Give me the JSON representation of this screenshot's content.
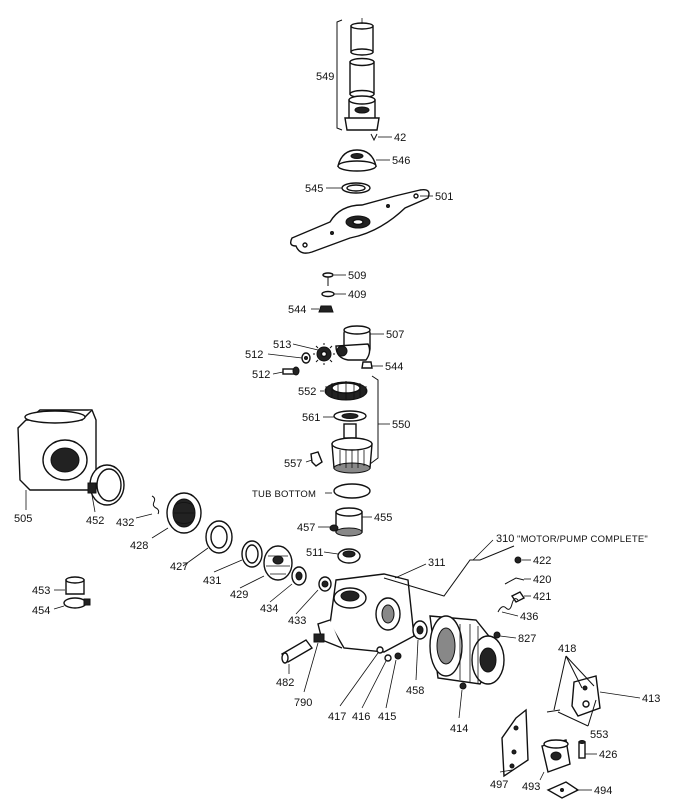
{
  "captions": {
    "motor_pump": "\"MOTOR/PUMP COMPLETE\"",
    "tub_bottom": "TUB BOTTOM"
  },
  "parts": [
    {
      "id": "p549",
      "number": "549"
    },
    {
      "id": "p42",
      "number": "42"
    },
    {
      "id": "p546",
      "number": "546"
    },
    {
      "id": "p545",
      "number": "545"
    },
    {
      "id": "p501",
      "number": "501"
    },
    {
      "id": "p509",
      "number": "509"
    },
    {
      "id": "p409",
      "number": "409"
    },
    {
      "id": "p544a",
      "number": "544"
    },
    {
      "id": "p507",
      "number": "507"
    },
    {
      "id": "p513",
      "number": "513"
    },
    {
      "id": "p512a",
      "number": "512"
    },
    {
      "id": "p544b",
      "number": "544"
    },
    {
      "id": "p512b",
      "number": "512"
    },
    {
      "id": "p552",
      "number": "552"
    },
    {
      "id": "p561",
      "number": "561"
    },
    {
      "id": "p550",
      "number": "550"
    },
    {
      "id": "p557",
      "number": "557"
    },
    {
      "id": "p505",
      "number": "505"
    },
    {
      "id": "p452",
      "number": "452"
    },
    {
      "id": "p432",
      "number": "432"
    },
    {
      "id": "p428",
      "number": "428"
    },
    {
      "id": "p427",
      "number": "427"
    },
    {
      "id": "p455",
      "number": "455"
    },
    {
      "id": "p457",
      "number": "457"
    },
    {
      "id": "p511",
      "number": "511"
    },
    {
      "id": "p311",
      "number": "311"
    },
    {
      "id": "p310",
      "number": "310"
    },
    {
      "id": "p422",
      "number": "422"
    },
    {
      "id": "p420",
      "number": "420"
    },
    {
      "id": "p421",
      "number": "421"
    },
    {
      "id": "p436",
      "number": "436"
    },
    {
      "id": "p827",
      "number": "827"
    },
    {
      "id": "p431",
      "number": "431"
    },
    {
      "id": "p429",
      "number": "429"
    },
    {
      "id": "p434",
      "number": "434"
    },
    {
      "id": "p433",
      "number": "433"
    },
    {
      "id": "p453",
      "number": "453"
    },
    {
      "id": "p454",
      "number": "454"
    },
    {
      "id": "p482",
      "number": "482"
    },
    {
      "id": "p790",
      "number": "790"
    },
    {
      "id": "p417",
      "number": "417"
    },
    {
      "id": "p416",
      "number": "416"
    },
    {
      "id": "p415",
      "number": "415"
    },
    {
      "id": "p458",
      "number": "458"
    },
    {
      "id": "p414",
      "number": "414"
    },
    {
      "id": "p418",
      "number": "418"
    },
    {
      "id": "p413",
      "number": "413"
    },
    {
      "id": "p553",
      "number": "553"
    },
    {
      "id": "p426",
      "number": "426"
    },
    {
      "id": "p497",
      "number": "497"
    },
    {
      "id": "p493",
      "number": "493"
    },
    {
      "id": "p494",
      "number": "494"
    }
  ]
}
